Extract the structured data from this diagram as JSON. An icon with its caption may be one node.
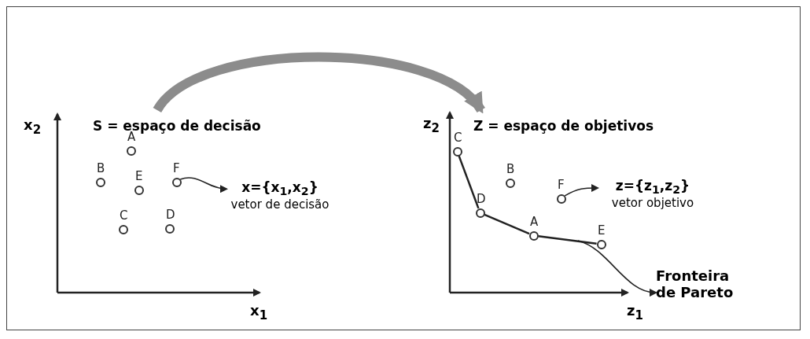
{
  "diagram": {
    "nodes": [
      {
        "text": [
          "S = espaço de decisão"
        ]
      },
      {
        "text": [
          "Z = espaço de objetivos"
        ]
      },
      {
        "text": [],
        "shape": "circle",
        "beside": [
          "A"
        ],
        "in": 0
      },
      {
        "text": [],
        "shape": "circle",
        "beside": [
          "B"
        ],
        "in": 0
      },
      {
        "text": [],
        "shape": "circle",
        "beside": [
          "E"
        ],
        "in": 0
      },
      {
        "text": [],
        "shape": "circle",
        "beside": [
          "F"
        ],
        "in": 0
      },
      {
        "text": [],
        "shape": "circle",
        "beside": [
          "C"
        ],
        "in": 0
      },
      {
        "text": [],
        "shape": "circle",
        "beside": [
          "D"
        ],
        "in": 0
      },
      {
        "text": [
          "x={x$_{1}$,x$_{2}$}",
          "vetor de decisão"
        ],
        "in": 0
      },
      {
        "text": [],
        "shape": "circle",
        "beside": [
          "C"
        ],
        "in": 1
      },
      {
        "text": [],
        "shape": "circle",
        "beside": [
          "B"
        ],
        "in": 1
      },
      {
        "text": [],
        "shape": "circle",
        "beside": [
          "F"
        ],
        "in": 1
      },
      {
        "text": [],
        "shape": "circle",
        "beside": [
          "D"
        ],
        "in": 1
      },
      {
        "text": [],
        "shape": "circle",
        "beside": [
          "A"
        ],
        "in": 1
      },
      {
        "text": [],
        "shape": "circle",
        "beside": [
          "E"
        ],
        "in": 1
      },
      {
        "text": [
          "z={z$_{1}$,z$_{2}$}",
          "vetor objetivo"
        ],
        "in": 1
      },
      {
        "text": [
          "Fronteira de Pareto"
        ],
        "in": 1
      }
    ],
    "edges": [
      {
        "from": 0,
        "to": 1,
        "arrow": "to",
        "style": "thick",
        "color": "#8c8c8c"
      },
      {
        "from": 5,
        "to": 8,
        "arrow": "to"
      },
      {
        "from": 11,
        "to": 15,
        "arrow": "to"
      },
      {
        "from": 9,
        "to": 12,
        "arrow": "none"
      },
      {
        "from": 12,
        "to": 13,
        "arrow": "none"
      },
      {
        "from": 13,
        "to": 14,
        "arrow": "none"
      },
      {
        "from": null,
        "to": 16,
        "arrow": "to"
      }
    ],
    "labels": [
      "x$_{2}$",
      "x$_{1}$",
      "z$_{2}$",
      "z$_{1}$"
    ]
  }
}
